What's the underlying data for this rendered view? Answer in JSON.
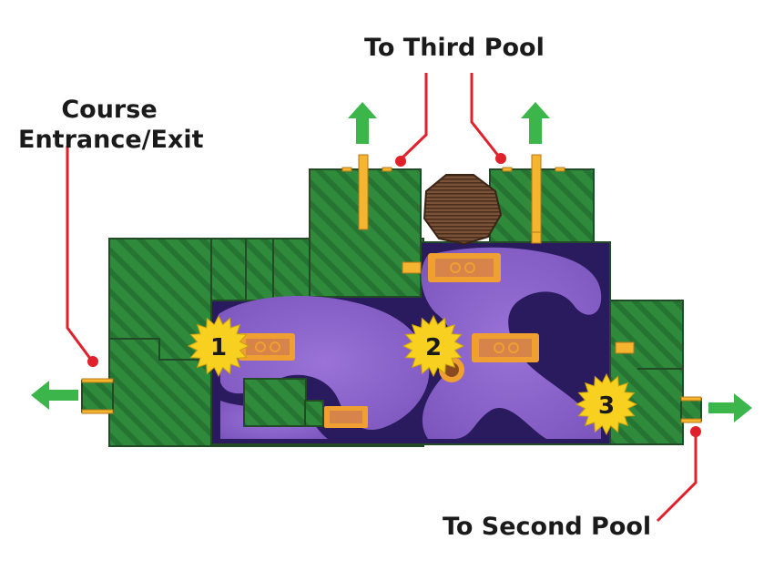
{
  "labels": {
    "to_third_pool": "To Third Pool",
    "course_entrance_line1": "Course",
    "course_entrance_line2": "Entrance/Exit",
    "to_second_pool": "To Second Pool"
  },
  "markers": [
    {
      "label": "1"
    },
    {
      "label": "2"
    },
    {
      "label": "3"
    }
  ],
  "colors": {
    "ground": "#2f8a3c",
    "ground_stripe": "#246c2e",
    "outline": "#245028",
    "water": "#8a63c8",
    "water_deep": "#2a1a5e",
    "platform": "#f0a030",
    "platform_inner": "#d6844a",
    "rail": "#f5b52e",
    "arrow": "#3cb54a",
    "leader": "#e0202a",
    "star": "#f7d020",
    "boulder": "#6a4630"
  },
  "icons": {
    "exit_arrow": "arrow-icon",
    "marker": "starburst-icon",
    "boulder": "boulder-icon",
    "leader_dot": "dot-icon"
  }
}
